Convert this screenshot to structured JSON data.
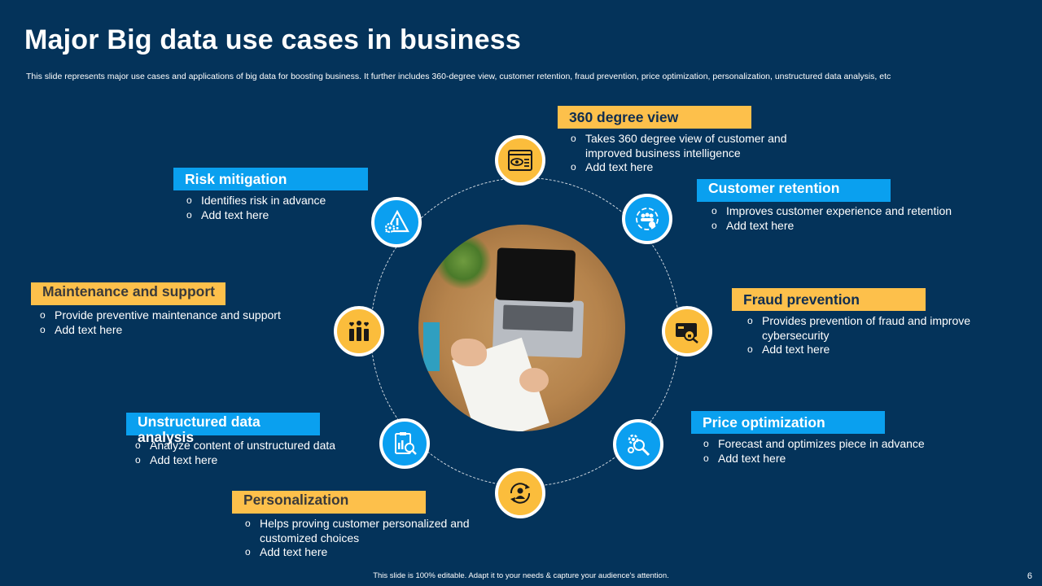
{
  "title": "Major Big data use cases in business",
  "subtitle": "This slide represents major use cases and applications of big data for boosting business. It further includes 360-degree view, customer retention, fraud prevention, price optimization, personalization, unstructured data analysis, etc",
  "footer": "This slide is 100% editable. Adapt it to your needs & capture your audience's attention.",
  "page_number": "6",
  "colors": {
    "background": "#04335a",
    "yellow": "#fdc04b",
    "blue": "#0aa0ef"
  },
  "use_cases": {
    "view360": {
      "label": "360 degree view",
      "icon": "eye-browser-icon",
      "bullets": [
        "Takes 360 degree view of customer and improved business intelligence",
        "Add text here"
      ]
    },
    "retention": {
      "label": "Customer retention",
      "icon": "customer-cycle-icon",
      "bullets": [
        "Improves customer experience and retention",
        "Add text here"
      ]
    },
    "fraud": {
      "label": "Fraud prevention",
      "icon": "secure-card-icon",
      "bullets": [
        "Provides prevention of fraud and improve cybersecurity",
        "Add text here"
      ]
    },
    "price": {
      "label": "Price optimization",
      "icon": "gear-search-icon",
      "bullets": [
        "Forecast and optimizes piece in advance",
        "Add text here"
      ]
    },
    "personalization": {
      "label": "Personalization",
      "icon": "user-refresh-icon",
      "bullets": [
        "Helps proving customer personalized and customized choices",
        "Add text here"
      ]
    },
    "unstructured": {
      "label": "Unstructured data analysis",
      "icon": "report-search-icon",
      "bullets": [
        "Analyze content of unstructured data",
        "Add text here"
      ]
    },
    "maintenance": {
      "label": "Maintenance and support",
      "icon": "raised-hands-icon",
      "bullets": [
        "Provide preventive maintenance and support",
        "Add text here"
      ]
    },
    "risk": {
      "label": "Risk mitigation",
      "icon": "warning-gear-icon",
      "bullets": [
        "Identifies risk in advance",
        "Add text here"
      ]
    }
  }
}
